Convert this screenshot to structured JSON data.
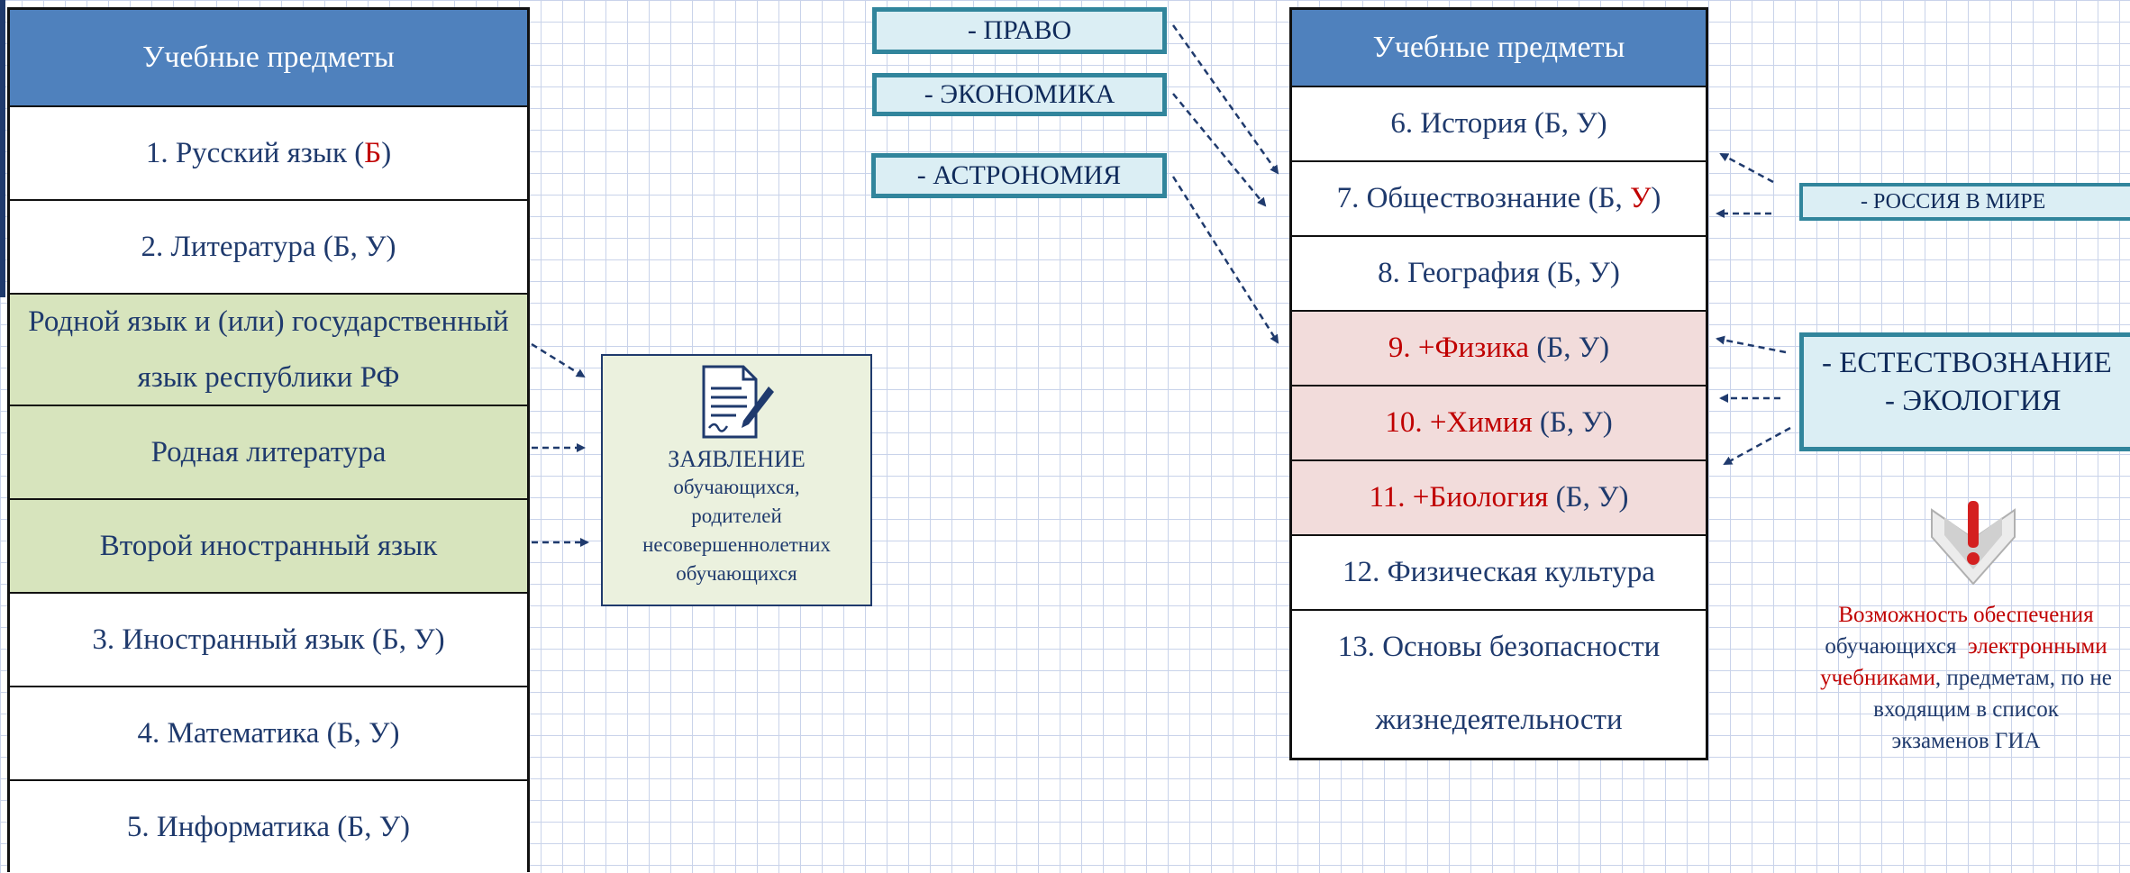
{
  "left_table": {
    "header": "Учебные предметы",
    "rows": [
      {
        "text": "1. Русский язык (",
        "mark": "Б",
        "tail": ")"
      },
      {
        "text": "2. Литература  (Б, У)"
      },
      {
        "text": "Родной язык и (или) государственный язык  республики РФ"
      },
      {
        "text": "Родная литература"
      },
      {
        "text": "Второй иностранный язык"
      },
      {
        "text": "3. Иностранный язык (Б, У)"
      },
      {
        "text": "4. Математика (Б, У)"
      },
      {
        "text": "5. Информатика  (Б, У)"
      }
    ]
  },
  "application_box": {
    "icon": "document-signature-icon",
    "title": "ЗАЯВЛЕНИЕ",
    "lines": [
      "обучающихся,",
      "родителей",
      "несовершеннолетних",
      "обучающихся"
    ]
  },
  "top_tags": [
    "- ПРАВО",
    "-  ЭКОНОМИКА",
    "-  АСТРОНОМИЯ"
  ],
  "right_table": {
    "header": "Учебные предметы",
    "rows": [
      {
        "text": "6. История (Б, У)"
      },
      {
        "text": "7. Обществознание  (Б, ",
        "mark": "У",
        "tail": ")"
      },
      {
        "text": "8. География (Б, У)"
      },
      {
        "text": "9. +Физика",
        "tail": " (Б, У)"
      },
      {
        "text": "10. +Химия",
        "tail": " (Б, У)"
      },
      {
        "text": "11. +Биология",
        "tail": "  (Б, У)"
      },
      {
        "text": "12. Физическая культура"
      },
      {
        "text": "13. Основы безопасности",
        "line2": "жизнедеятельности"
      }
    ]
  },
  "russia_tag": "- РОССИЯ В МИРЕ",
  "science_tag": {
    "line1": "- ЕСТЕСТВОЗНАНИЕ",
    "line2": "- ЭКОЛОГИЯ"
  },
  "warning": {
    "icon": "exclamation-shield-icon",
    "line1": "Возможность  обеспечения",
    "line2a": "обучающихся",
    "line2b": "электронными",
    "line3a": "учебниками",
    "line3b": ",  предметам, по не",
    "line4": "входящим в список",
    "line5": "экзаменов ГИА"
  },
  "colors": {
    "header": "#4f81bd",
    "green": "#d7e4bd",
    "pink": "#f2dcdb",
    "accent_red": "#c00000",
    "tag_border": "#31859c",
    "arrow": "#1f3a6d"
  }
}
